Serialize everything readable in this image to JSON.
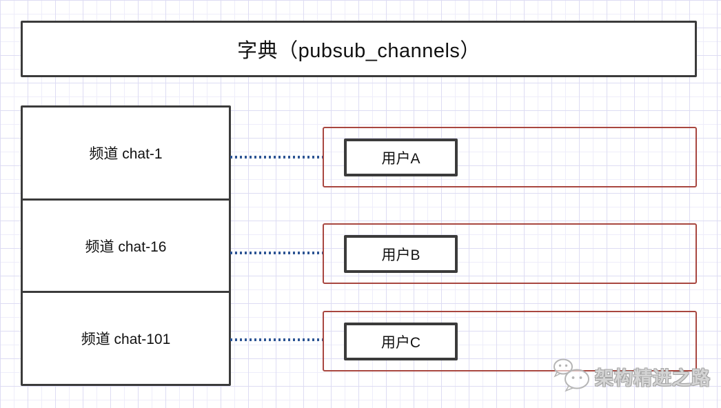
{
  "diagram": {
    "title": "字典（pubsub_channels）",
    "channels": [
      {
        "label": "频道 chat-1",
        "subscribers": [
          {
            "label": "用户A"
          }
        ]
      },
      {
        "label": "频道 chat-16",
        "subscribers": [
          {
            "label": "用户B"
          }
        ]
      },
      {
        "label": "频道 chat-101",
        "subscribers": [
          {
            "label": "用户C"
          }
        ]
      }
    ],
    "watermark": {
      "text": "架构精进之路",
      "icon": "chat-bubbles-icon"
    },
    "colors": {
      "dark_box_border": "#3b3b3b",
      "subscriber_list_border": "#a8463f",
      "connector_dots": "#2d5594",
      "grid_minor": "#eeedfa",
      "grid_major": "#dddcf3",
      "text": "#111111"
    }
  }
}
